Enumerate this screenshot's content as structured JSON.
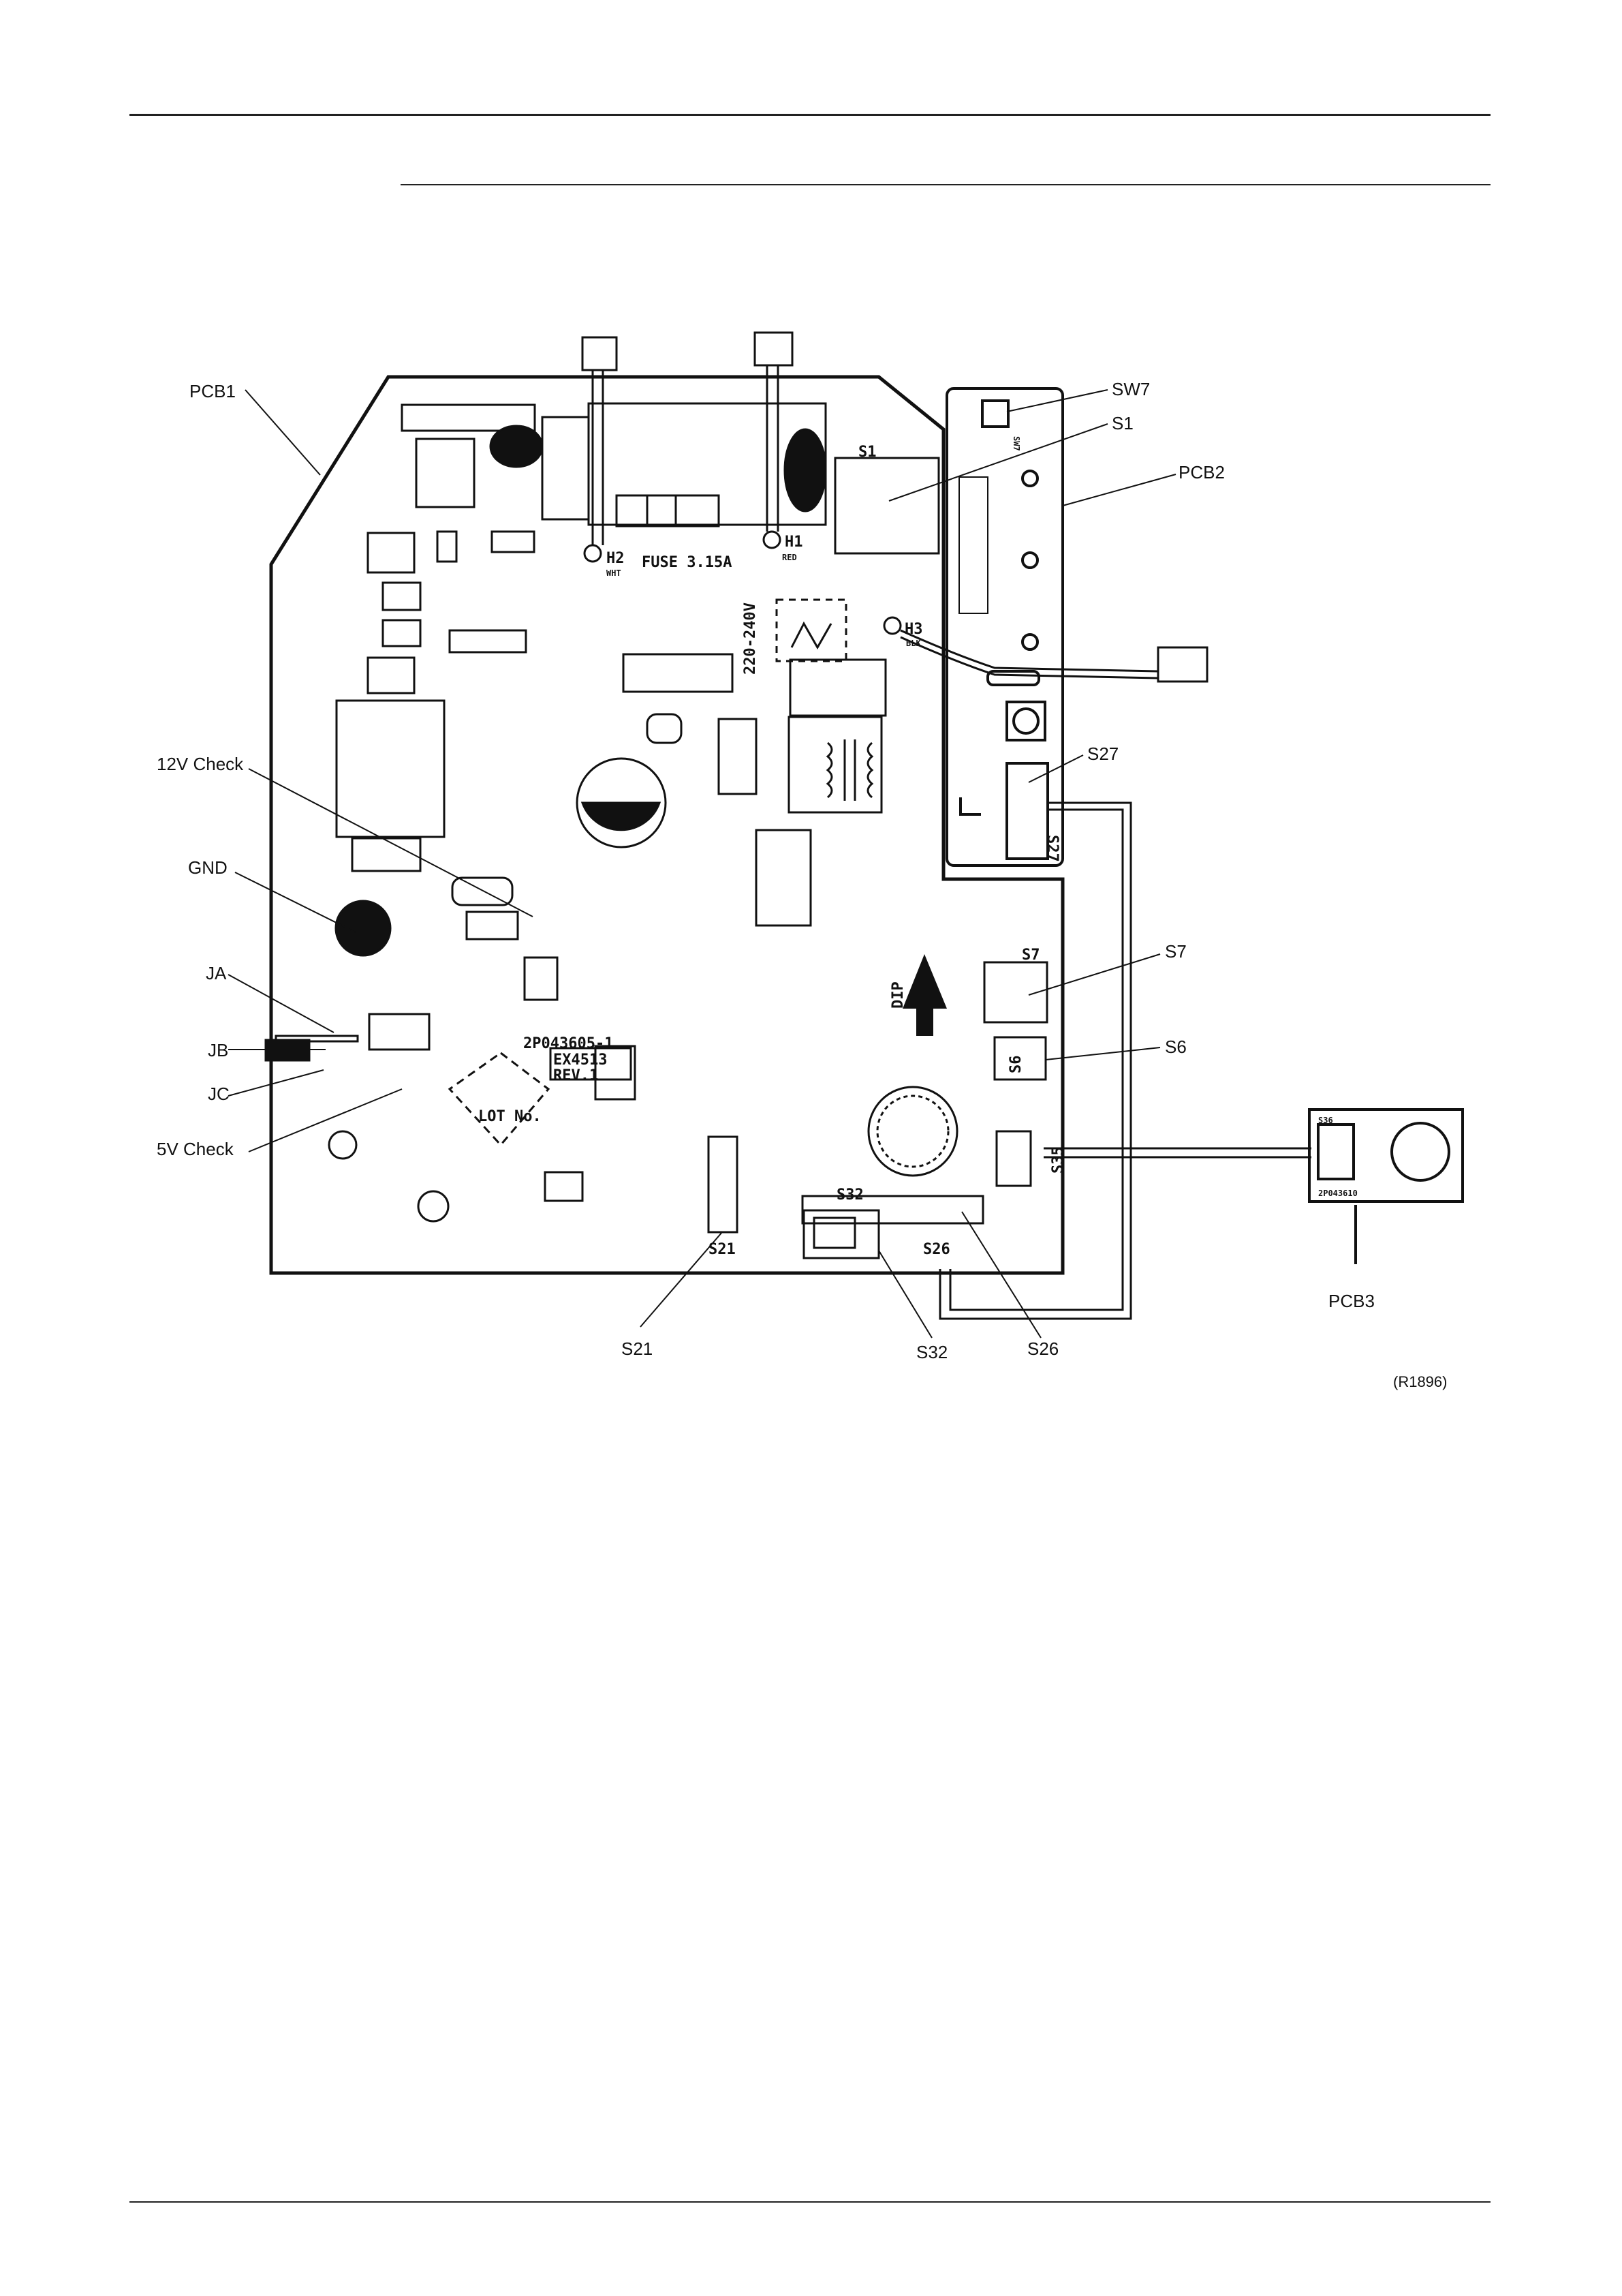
{
  "callouts": {
    "pcb1": "PCB1",
    "pcb2": "PCB2",
    "pcb3": "PCB3",
    "sw7": "SW7",
    "s1": "S1",
    "s27": "S27",
    "s7": "S7",
    "s6": "S6",
    "check12v": "12V Check",
    "gnd": "GND",
    "ja": "JA",
    "jb": "JB",
    "jc": "JC",
    "check5v": "5V Check",
    "s21": "S21",
    "s32": "S32",
    "s26": "S26"
  },
  "board": {
    "h2": "H2",
    "wht": "WHT",
    "fuse": "FUSE 3.15A",
    "h1": "H1",
    "red": "RED",
    "h3": "H3",
    "blk": "BLK",
    "voltage": "220-240V",
    "part_number": "2P043605-1",
    "ex": "EX4513",
    "rev": "REV.1",
    "lot": "LOT No.",
    "dip": "DIP",
    "s1": "S1",
    "s7": "S7",
    "s6": "S6",
    "s35": "S35",
    "s21": "S21",
    "s32": "S32",
    "s26": "S26",
    "s27": "S27",
    "s36": "S36",
    "sw7": "SW7",
    "pcb3_part": "2P043610"
  },
  "figure_id": "(R1896)"
}
